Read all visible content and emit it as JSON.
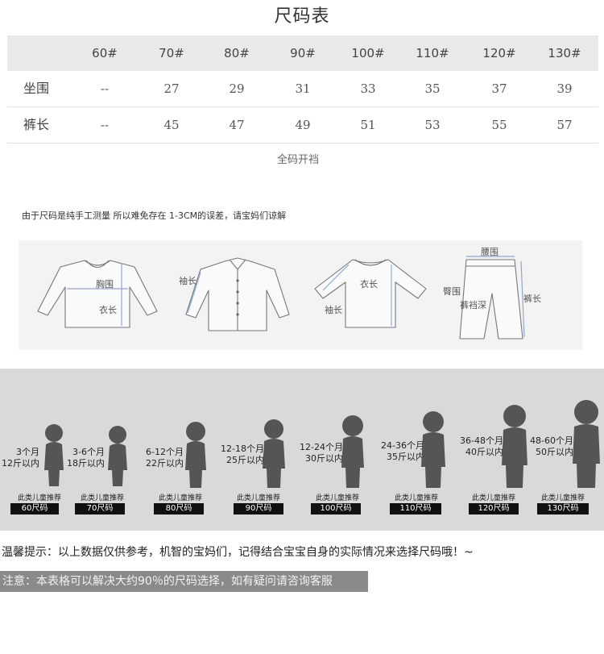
{
  "title": "尺码表",
  "size_table": {
    "sizes": [
      "60#",
      "70#",
      "80#",
      "90#",
      "100#",
      "110#",
      "120#",
      "130#"
    ],
    "rows": [
      {
        "label": "坐围",
        "values": [
          "--",
          "27",
          "29",
          "31",
          "33",
          "35",
          "37",
          "39"
        ]
      },
      {
        "label": "裤长",
        "values": [
          "--",
          "45",
          "47",
          "49",
          "51",
          "53",
          "55",
          "57"
        ]
      }
    ]
  },
  "opening_note": "全码开裆",
  "disclaimer": "由于尺码是纯手工测量  所以难免存在 1-3CM的误差，请宝妈们谅解",
  "garments": {
    "tee": {
      "chest": "胸围",
      "length": "衣长"
    },
    "shirt": {
      "sleeve": "袖长"
    },
    "raglan": {
      "length": "衣长",
      "sleeve": "袖长"
    },
    "pants": {
      "waist": "腰围",
      "hip": "臀围",
      "rise": "裤裆深",
      "length": "裤长"
    }
  },
  "kids": [
    {
      "age": "3个月",
      "weight": "12斤以内",
      "rec": "此类儿童推荐",
      "size": "60尺码"
    },
    {
      "age": "3-6个月",
      "weight": "18斤以内",
      "rec": "此类儿童推荐",
      "size": "70尺码"
    },
    {
      "age": "6-12个月",
      "weight": "22斤以内",
      "rec": "此类儿童推荐",
      "size": "80尺码"
    },
    {
      "age": "12-18个月",
      "weight": "25斤以内",
      "rec": "此类儿童推荐",
      "size": "90尺码"
    },
    {
      "age": "12-24个月",
      "weight": "30斤以内",
      "rec": "此类儿童推荐",
      "size": "100尺码"
    },
    {
      "age": "24-36个月",
      "weight": "35斤以内",
      "rec": "此类儿童推荐",
      "size": "110尺码"
    },
    {
      "age": "36-48个月",
      "weight": "40斤以内",
      "rec": "此类儿童推荐",
      "size": "120尺码"
    },
    {
      "age": "48-60个月",
      "weight": "50斤以内",
      "rec": "此类儿童推荐",
      "size": "130尺码"
    }
  ],
  "tip": "温馨提示：以上数据仅供参考，机智的宝妈们，记得结合宝宝自身的实际情况来选择尺码哦！~",
  "note": "注意：本表格可以解决大约90％的尺码选择，如有疑问请咨询客服",
  "colors": {
    "header_bg": "#e9e9e9",
    "kids_bg": "#d9d9d9",
    "badge_bg": "#111111",
    "note_bg": "#8a8a8a",
    "measure_line": "#8fa6d8"
  }
}
